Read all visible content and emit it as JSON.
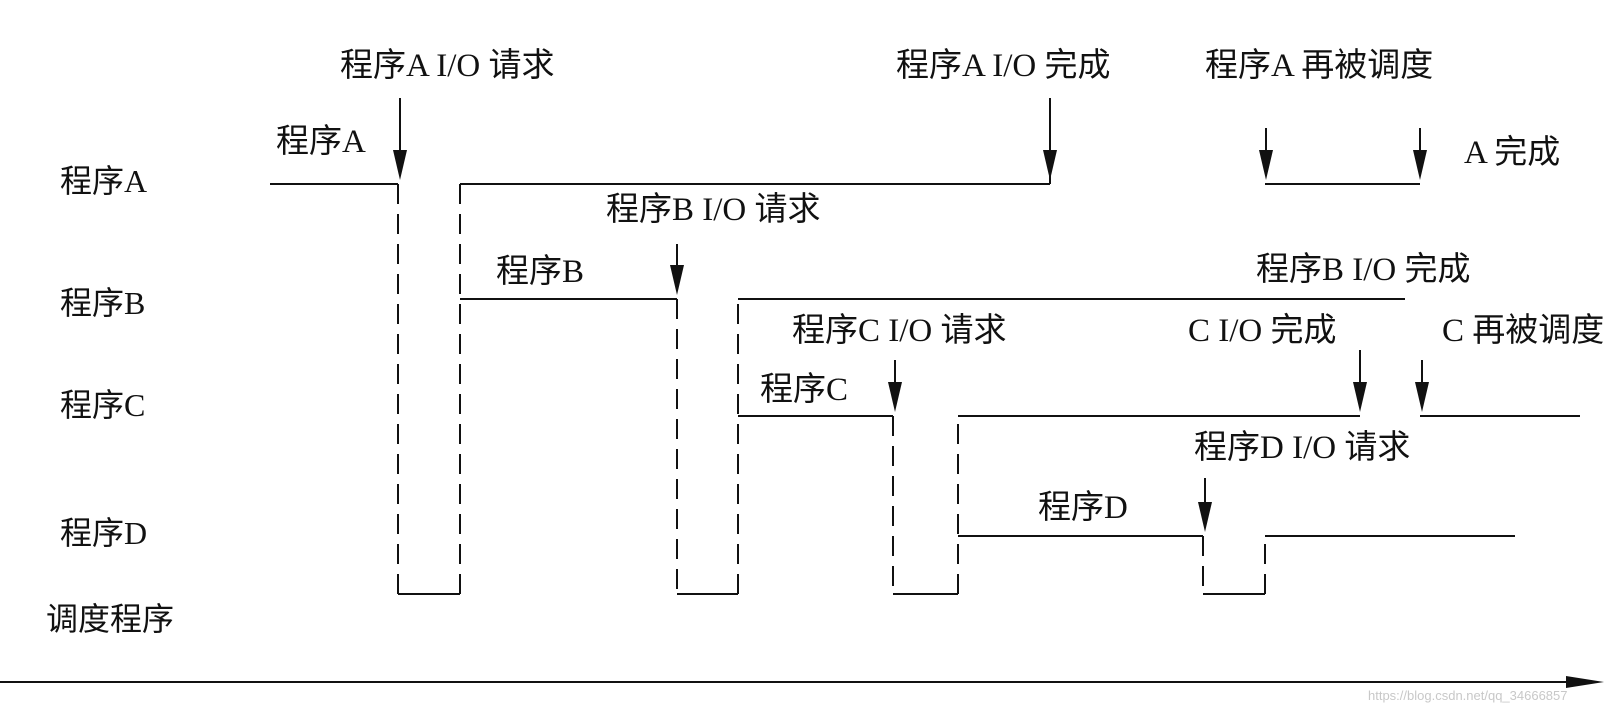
{
  "rows": {
    "a": "程序A",
    "b": "程序B",
    "c": "程序C",
    "d": "程序D",
    "scheduler": "调度程序"
  },
  "segments": {
    "a": "程序A",
    "b": "程序B",
    "c": "程序C",
    "d": "程序D"
  },
  "events": {
    "a_io_request": "程序A I/O 请求",
    "a_io_complete": "程序A I/O 完成",
    "a_rescheduled": "程序A 再被调度",
    "a_complete": "A 完成",
    "b_io_request": "程序B I/O 请求",
    "b_io_complete": "程序B I/O 完成",
    "c_io_request": "程序C I/O 请求",
    "c_io_complete": "C I/O 完成",
    "c_rescheduled": "C 再被调度",
    "d_io_request": "程序D I/O 请求"
  },
  "watermark": "https://blog.csdn.net/qq_34666857",
  "colors": {
    "ink": "#111111",
    "background": "#ffffff",
    "watermark": "#c8c8c8"
  }
}
